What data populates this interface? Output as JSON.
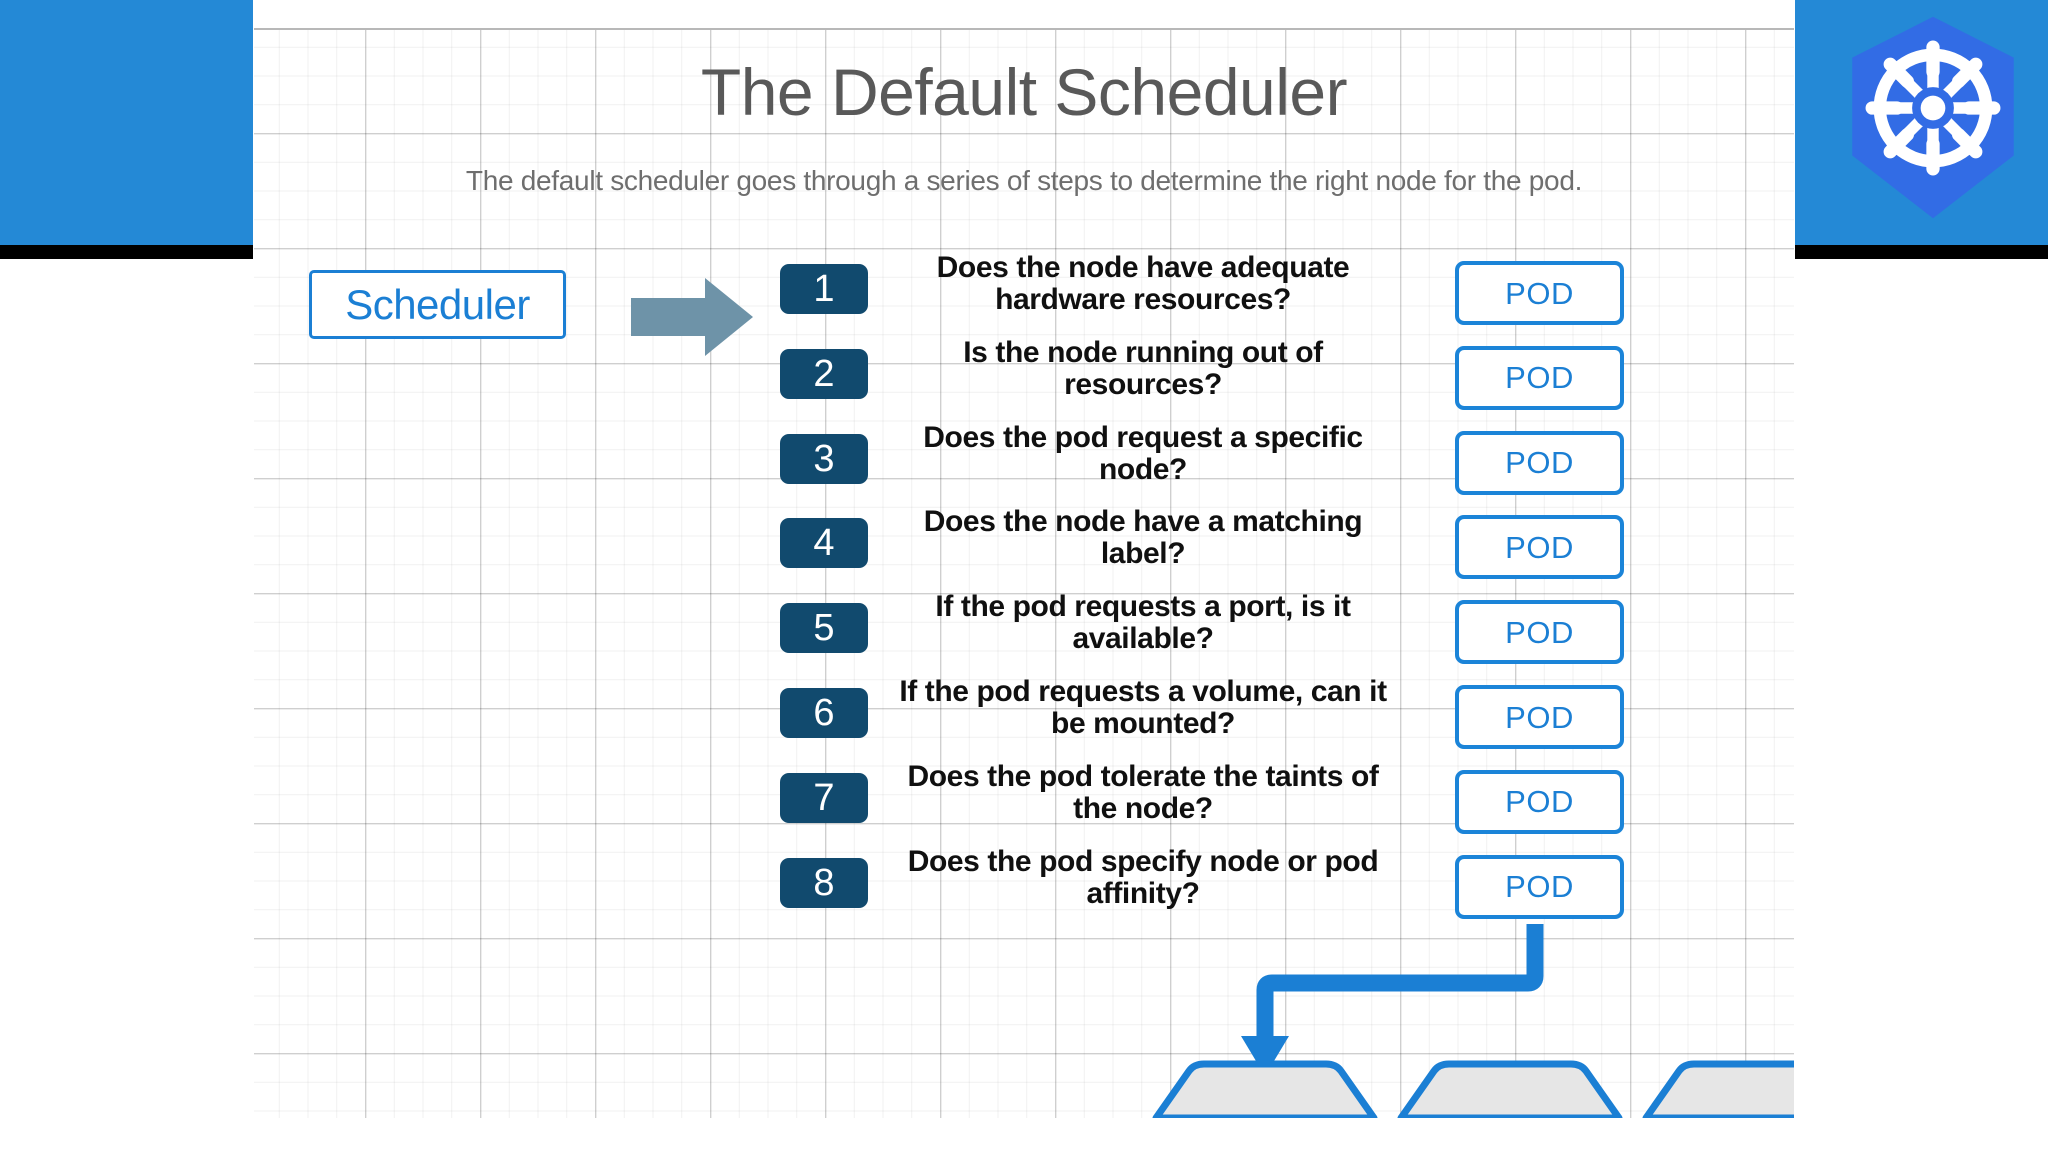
{
  "colors": {
    "brand_blue": "#2489d6",
    "accent_blue": "#1b7fd4",
    "pod_border": "#1b84d8",
    "badge_navy": "#114a6e",
    "arrow_gray": "#6e93a8",
    "title_gray": "#595959",
    "subtitle_gray": "#6e6e6e",
    "node_fill": "#e6e6e6",
    "black_band": "#000000"
  },
  "logo": {
    "name": "kubernetes-logo",
    "alt": "Kubernetes helm wheel logo",
    "heptagon_color": "#326ce5",
    "wheel_color": "#ffffff"
  },
  "header": {
    "title": "The Default Scheduler",
    "subtitle": "The default scheduler goes through a series of steps to determine the right node for the pod."
  },
  "scheduler": {
    "label": "Scheduler",
    "arrow_name": "flow-arrow-right"
  },
  "pod_label": "POD",
  "steps": [
    {
      "number": "1",
      "text": "Does the node have adequate hardware resources?",
      "pod": "POD"
    },
    {
      "number": "2",
      "text": "Is the node running out of resources?",
      "pod": "POD"
    },
    {
      "number": "3",
      "text": "Does the pod request a specific node?",
      "pod": "POD"
    },
    {
      "number": "4",
      "text": "Does the node have a matching label?",
      "pod": "POD"
    },
    {
      "number": "5",
      "text": "If the pod requests a port, is it available?",
      "pod": "POD"
    },
    {
      "number": "6",
      "text": "If the pod requests a volume, can it be mounted?",
      "pod": "POD"
    },
    {
      "number": "7",
      "text": "Does the pod tolerate the taints of the node?",
      "pod": "POD"
    },
    {
      "number": "8",
      "text": "Does the pod specify node or pod affinity?",
      "pod": "POD"
    }
  ],
  "nodes": [
    {
      "name": "node-1"
    },
    {
      "name": "node-2"
    },
    {
      "name": "node-3"
    }
  ],
  "connector": {
    "name": "pod-to-node-connector",
    "description": "Elbow arrow from last POD down and left into the first node"
  }
}
